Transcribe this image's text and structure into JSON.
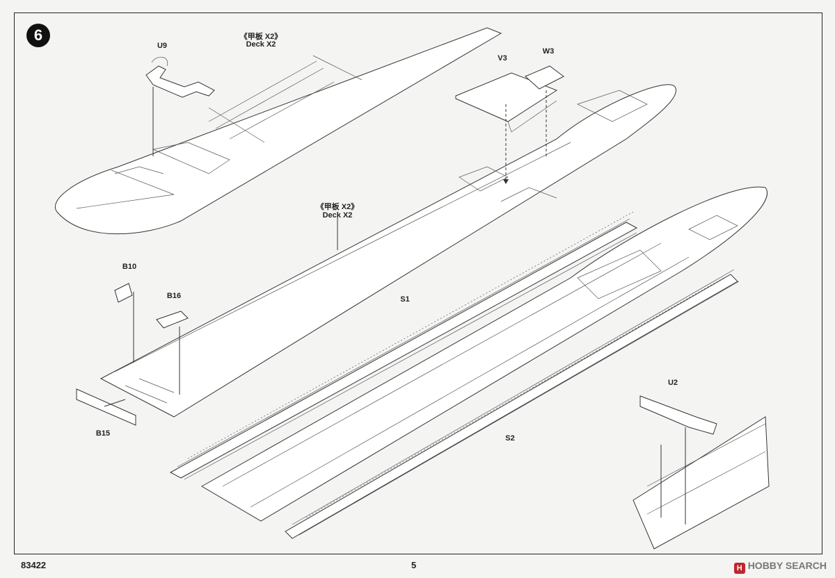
{
  "step": {
    "number": "6"
  },
  "labels": {
    "deck_top_cn": "《甲板 X2》",
    "deck_top_en": "Deck X2",
    "deck_mid_cn": "《甲板 X2》",
    "deck_mid_en": "Deck X2",
    "u9": "U9",
    "v3": "V3",
    "w3": "W3",
    "b10": "B10",
    "b16": "B16",
    "b15": "B15",
    "s1": "S1",
    "s2": "S2",
    "u2": "U2"
  },
  "footer": {
    "kit_number": "83422",
    "page_number": "5",
    "watermark": "HOBBY SEARCH"
  }
}
